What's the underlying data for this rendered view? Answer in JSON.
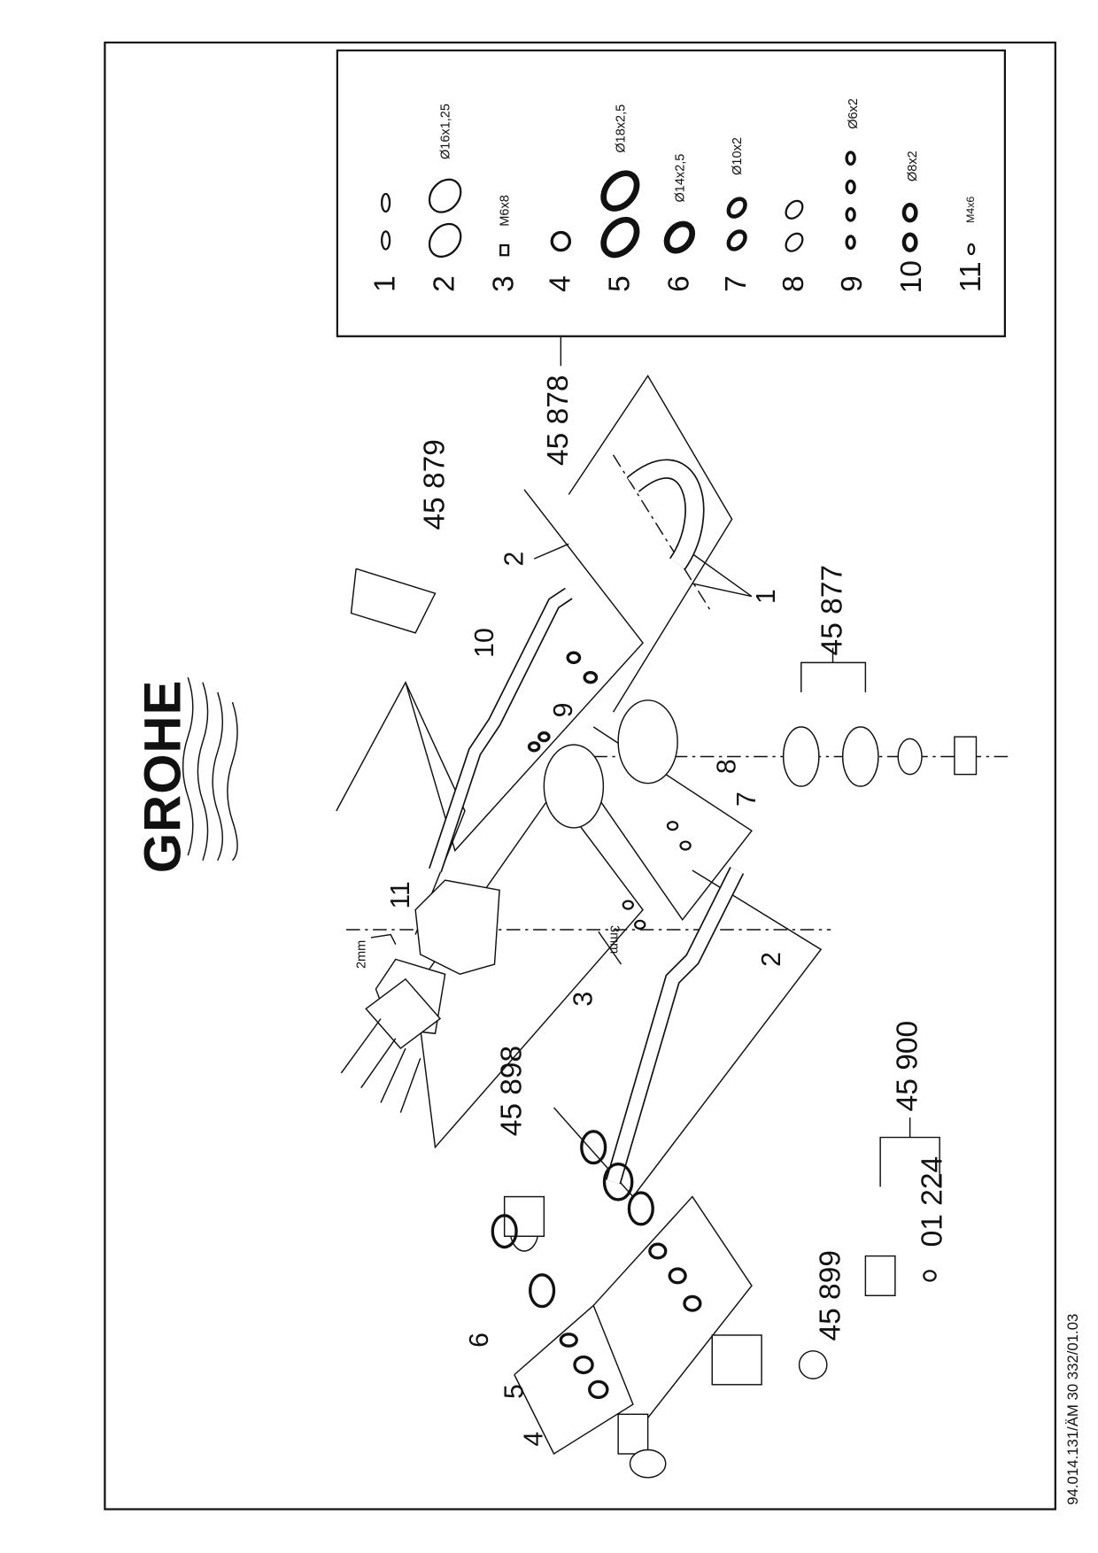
{
  "logo": {
    "text": "GROHE"
  },
  "legend": {
    "items": [
      {
        "number": "1",
        "spec": ""
      },
      {
        "number": "2",
        "spec": "Ø16x1,25"
      },
      {
        "number": "3",
        "spec": "M6x8"
      },
      {
        "number": "4",
        "spec": ""
      },
      {
        "number": "5",
        "spec": "Ø18x2,5"
      },
      {
        "number": "6",
        "spec": "Ø14x2,5"
      },
      {
        "number": "7",
        "spec": "Ø10x2"
      },
      {
        "number": "8",
        "spec": ""
      },
      {
        "number": "9",
        "spec": "Ø6x2"
      },
      {
        "number": "10",
        "spec": "Ø8x2"
      },
      {
        "number": "11",
        "spec": "M4x6"
      }
    ]
  },
  "callouts": {
    "p45879": "45 879",
    "p45878": "45 878",
    "p45877": "45 877",
    "p45898": "45 898",
    "p45900": "45 900",
    "p01224": "01 224",
    "p45899": "45 899",
    "n2a": "2",
    "n10": "10",
    "n9": "9",
    "n8": "8",
    "n7": "7",
    "n11": "11",
    "n3": "3",
    "n2b": "2",
    "n1": "1",
    "n6": "6",
    "n5": "5",
    "n4": "4",
    "key2": "2mm",
    "key3": "3mm"
  },
  "footer": {
    "code": "94.014.131/ÄM 30 332/01.03"
  }
}
